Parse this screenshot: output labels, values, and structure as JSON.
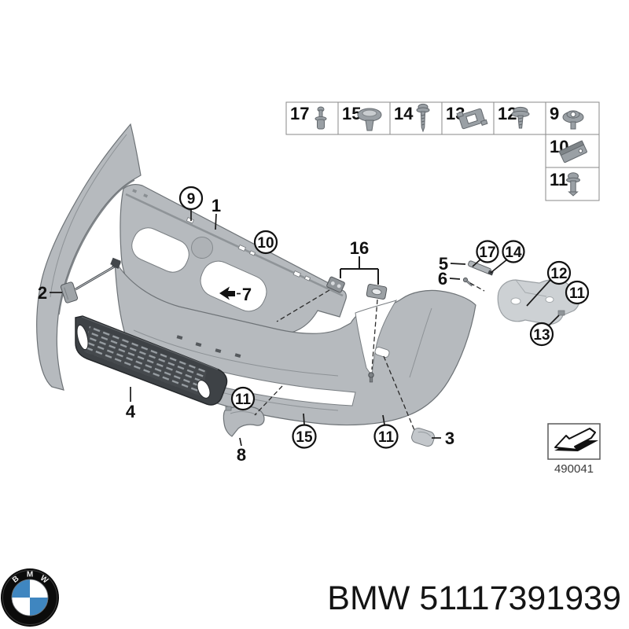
{
  "diagram": {
    "legend": {
      "row1": [
        {
          "num": "17",
          "icon": "blind-rivet-icon"
        },
        {
          "num": "15",
          "icon": "expanding-rivet-icon"
        },
        {
          "num": "14",
          "icon": "tapping-screw-icon"
        },
        {
          "num": "13",
          "icon": "cage-nut-icon"
        },
        {
          "num": "12",
          "icon": "flange-screw-icon"
        },
        {
          "num": "9",
          "icon": "washer-screw-icon"
        }
      ],
      "col1": [
        {
          "num": "10",
          "icon": "sheet-metal-clip-icon"
        },
        {
          "num": "11",
          "icon": "rivet-bolt-icon"
        }
      ]
    },
    "callouts": {
      "c9": "9",
      "c10": "10",
      "c17": "17",
      "c14": "14",
      "c12": "12",
      "c11": "11",
      "c13": "13",
      "c15": "15",
      "p1": "1",
      "p2": "2",
      "p3": "3",
      "p4": "4",
      "p5": "5",
      "p6": "6",
      "p7": "7",
      "p8": "8",
      "p16": "16"
    },
    "ref_box": {
      "code": "490041"
    }
  },
  "footer": {
    "part_number": "BMW 51117391939",
    "logo": {
      "b": "B",
      "m": "M",
      "w": "W"
    }
  },
  "colors": {
    "part_fill": "#b6babe",
    "part_edge": "#6e7377",
    "grille_dark": "#3e4246",
    "bmw_blue": "#3f86c0",
    "line_black": "#111111"
  }
}
